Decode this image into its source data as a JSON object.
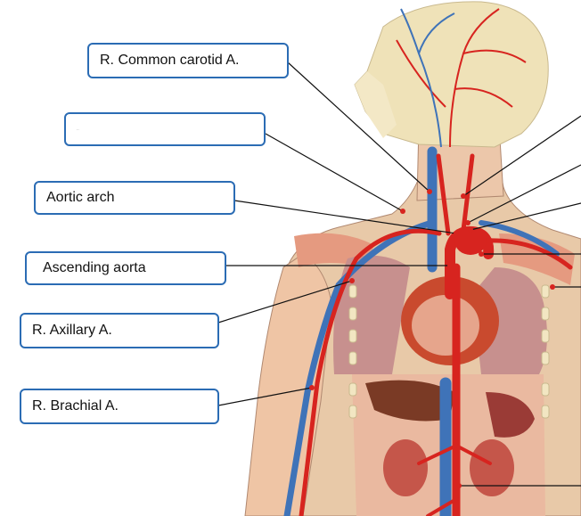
{
  "labels": {
    "common_carotid": "R. Common carotid A.",
    "hidden": "..",
    "aortic_arch": "Aortic arch",
    "ascending_aorta": "Ascending aorta",
    "axillary": "R. Axillary A.",
    "brachial": "R. Brachial A."
  },
  "colors": {
    "box_border": "#2b6cb4",
    "artery": "#d7241f",
    "vein": "#3f73b8",
    "skin": "#e8c9a8",
    "skull": "#efe2b8",
    "muscle": "#e89a80",
    "heart": "#c94a2e",
    "liver": "#7a3a25",
    "kidney": "#c5564a",
    "lung": "#c7908e"
  }
}
